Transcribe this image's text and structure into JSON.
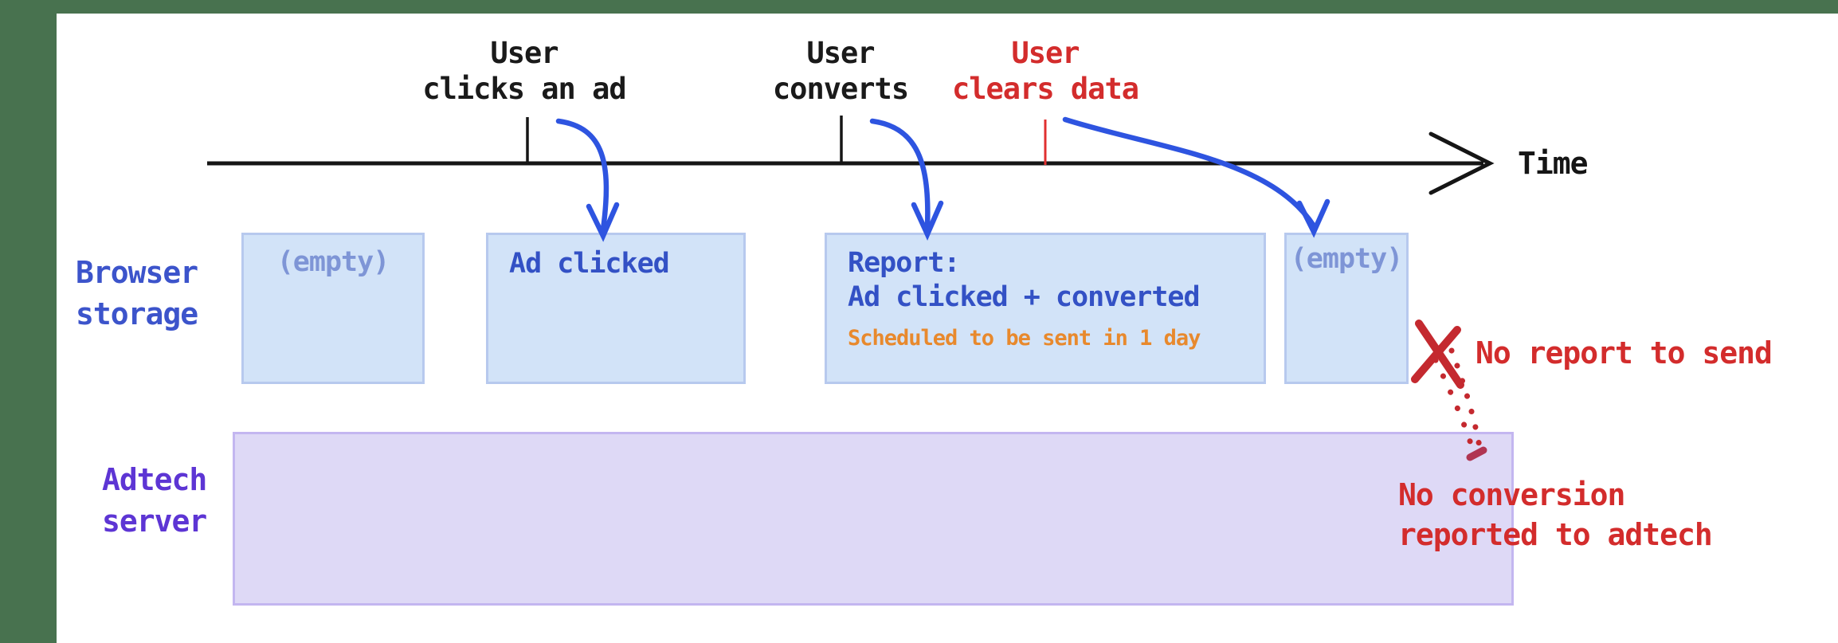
{
  "timeline": {
    "axis_label": "Time",
    "events": [
      {
        "line1": "User",
        "line2": "clicks an ad"
      },
      {
        "line1": "User",
        "line2": "converts"
      },
      {
        "line1": "User",
        "line2": "clears data"
      }
    ]
  },
  "browser_storage": {
    "label_line1": "Browser",
    "label_line2": "storage",
    "box_empty_1": "(empty)",
    "box_ad_clicked": "Ad clicked",
    "box_report": {
      "line1": "Report:",
      "line2": "Ad clicked + converted",
      "note": "Scheduled to be sent in 1 day"
    },
    "box_empty_2": "(empty)"
  },
  "adtech_server": {
    "label_line1": "Adtech",
    "label_line2": "server"
  },
  "annotations": {
    "no_report": "No report to send",
    "no_conversion_line1": "No conversion",
    "no_conversion_line2": "reported to adtech"
  },
  "colors": {
    "background_green": "#48724f",
    "timeline_black": "#151515",
    "event_red": "#d32c2c",
    "tick_red": "#e03030",
    "arrow_blue": "#2e54e0",
    "storage_box_fill": "#d2e3f8",
    "storage_box_border": "#b7c9ee",
    "storage_text_blue": "#3351c5",
    "empty_text_blue": "#7e95d6",
    "note_orange": "#e8892d",
    "row_label_blue": "#3c54cb",
    "adtech_box_fill": "#ded9f6",
    "adtech_box_border": "#c3b6f0",
    "adtech_text_purple": "#5d35d4",
    "annotation_red": "#d32c2c",
    "x_mark_red": "#c4292f"
  }
}
